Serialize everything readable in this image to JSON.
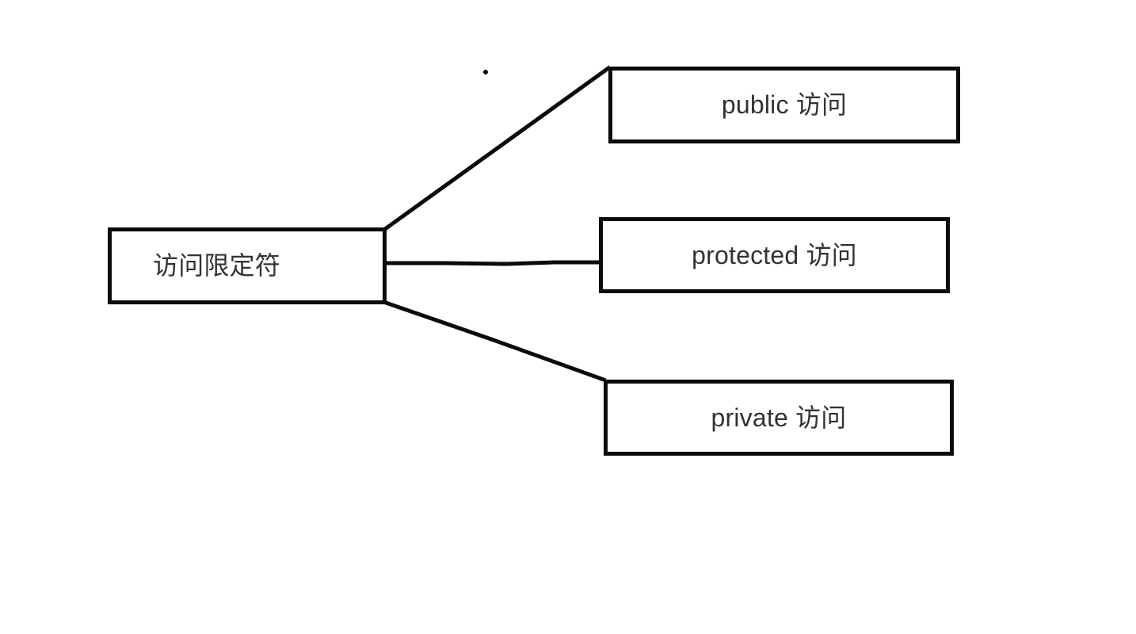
{
  "diagram": {
    "title": "访问限定符",
    "type": "mind-map",
    "background_color": "#ffffff",
    "stroke_color": "#0b0b0b",
    "text_color": "#333333",
    "stroke_width": 5,
    "root": {
      "label": "访问限定符"
    },
    "branches": [
      {
        "id": "public",
        "label": "public 访问"
      },
      {
        "id": "protected",
        "label": "protected 访问"
      },
      {
        "id": "private",
        "label": "private 访问"
      }
    ],
    "connectors": [
      {
        "from": "root",
        "to": "public",
        "shape": "diagonal-up"
      },
      {
        "from": "root",
        "to": "protected",
        "shape": "horizontal"
      },
      {
        "from": "root",
        "to": "private",
        "shape": "diagonal-down"
      }
    ],
    "marks": [
      {
        "id": "stray-dot",
        "shape": "dot"
      }
    ]
  }
}
